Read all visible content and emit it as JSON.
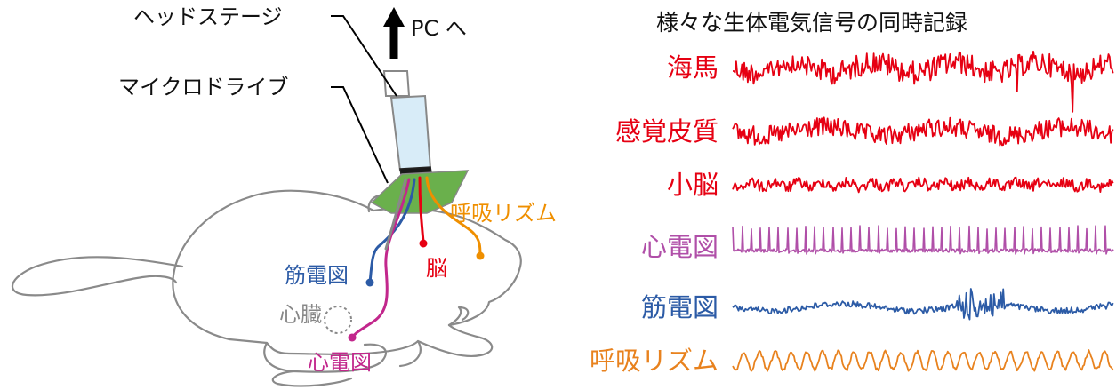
{
  "labels": {
    "headstage": "ヘッドステージ",
    "to_pc": "PC へ",
    "microdrive": "マイクロドライブ",
    "recording_title": "様々な生体電気信号の同時記録",
    "electrode_brain": "脳",
    "electrode_resp": "呼吸リズム",
    "electrode_emg": "筋電図",
    "electrode_ecg": "心電図",
    "heart": "心臓"
  },
  "signals": [
    {
      "label": "海馬",
      "color": "#e60012"
    },
    {
      "label": "感覚皮質",
      "color": "#e60012"
    },
    {
      "label": "小脳",
      "color": "#e60012"
    },
    {
      "label": "心電図",
      "color": "#b04fa8"
    },
    {
      "label": "筋電図",
      "color": "#2c5ba6"
    },
    {
      "label": "呼吸リズム",
      "color": "#e8821e"
    }
  ],
  "colors": {
    "brain": "#e60012",
    "ecg": "#c2278c",
    "emg": "#2c5ba6",
    "resp": "#ef8f00",
    "heart": "#888888",
    "body": "#888888",
    "headstage": "#d8ecf8",
    "microdrive": "#6ab04c"
  }
}
